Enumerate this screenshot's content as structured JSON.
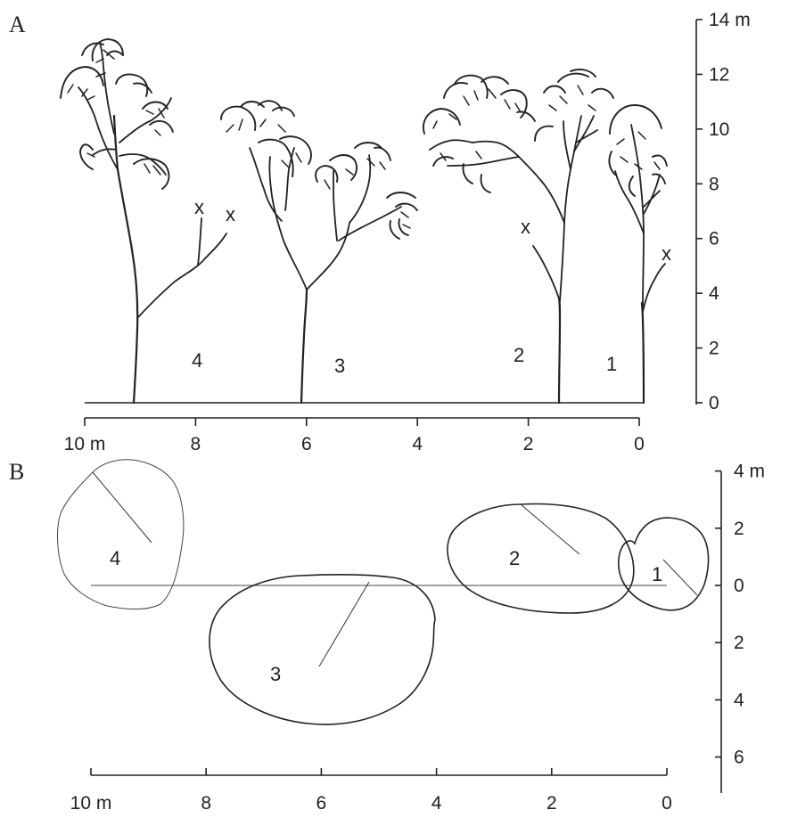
{
  "panels": {
    "a": {
      "letter": "A",
      "height_axis": {
        "labels": [
          "0",
          "2",
          "4",
          "6",
          "8",
          "10",
          "12",
          "14 m"
        ],
        "values": [
          0,
          2,
          4,
          6,
          8,
          10,
          12,
          14
        ]
      },
      "distance_axis": {
        "labels": [
          "10 m",
          "8",
          "6",
          "4",
          "2",
          "0"
        ],
        "values": [
          10,
          8,
          6,
          4,
          2,
          0
        ]
      },
      "trees": [
        {
          "number": "4",
          "position_m": 9.1,
          "crown_top_m": 13.0,
          "dead_branch_mark": "x"
        },
        {
          "number": "3",
          "position_m": 6.1,
          "crown_top_m": 10.5
        },
        {
          "number": "2",
          "position_m": 1.5,
          "crown_top_m": 11.5,
          "dead_branch_mark": "x"
        },
        {
          "number": "1",
          "position_m": 0.0,
          "crown_top_m": 10.5,
          "dead_branch_mark": "x"
        }
      ],
      "dead_branch_labels": [
        "x",
        "x",
        "x",
        "x"
      ]
    },
    "b": {
      "letter": "B",
      "offset_axis": {
        "labels": [
          "4 m",
          "2",
          "0",
          "2",
          "4",
          "6"
        ],
        "values": [
          4,
          2,
          0,
          -2,
          -4,
          -6
        ]
      },
      "distance_axis": {
        "labels": [
          "10 m",
          "8",
          "6",
          "4",
          "2",
          "0"
        ],
        "values": [
          10,
          8,
          6,
          4,
          2,
          0
        ]
      },
      "crowns": [
        {
          "number": "4"
        },
        {
          "number": "3"
        },
        {
          "number": "2"
        },
        {
          "number": "1"
        }
      ]
    }
  }
}
